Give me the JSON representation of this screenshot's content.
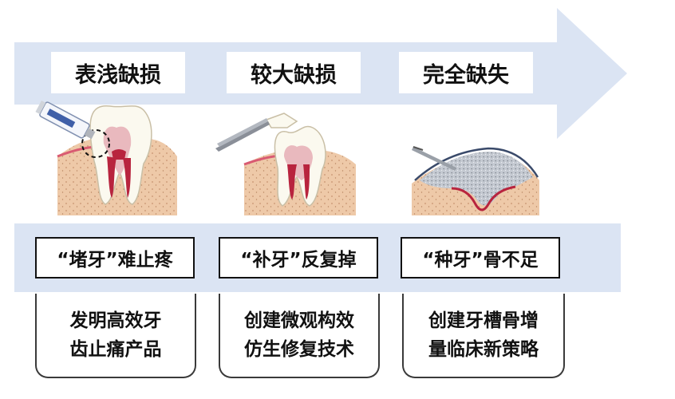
{
  "colors": {
    "band": "#dbe4f3",
    "gum": "#eec9a8",
    "enamel": "#fbf9ef",
    "pulp": "#b8243e",
    "bone": "#c4c9d1"
  },
  "stages": [
    {
      "title": "表浅缺损",
      "illustration": "tooth-with-surface-defect-and-paste-tube",
      "problem": "“堵牙”难止疼",
      "solution_lines": [
        "发明高效牙",
        "齿止痛产品"
      ]
    },
    {
      "title": "较大缺损",
      "illustration": "broken-tooth-with-tweezers",
      "problem": "“补牙”反复掉",
      "solution_lines": [
        "创建微观构效",
        "仿生修复技术"
      ]
    },
    {
      "title": "完全缺失",
      "illustration": "empty-socket-with-bone-graft",
      "problem": "“种牙”骨不足",
      "solution_lines": [
        "创建牙槽骨增",
        "量临床新策略"
      ]
    }
  ]
}
